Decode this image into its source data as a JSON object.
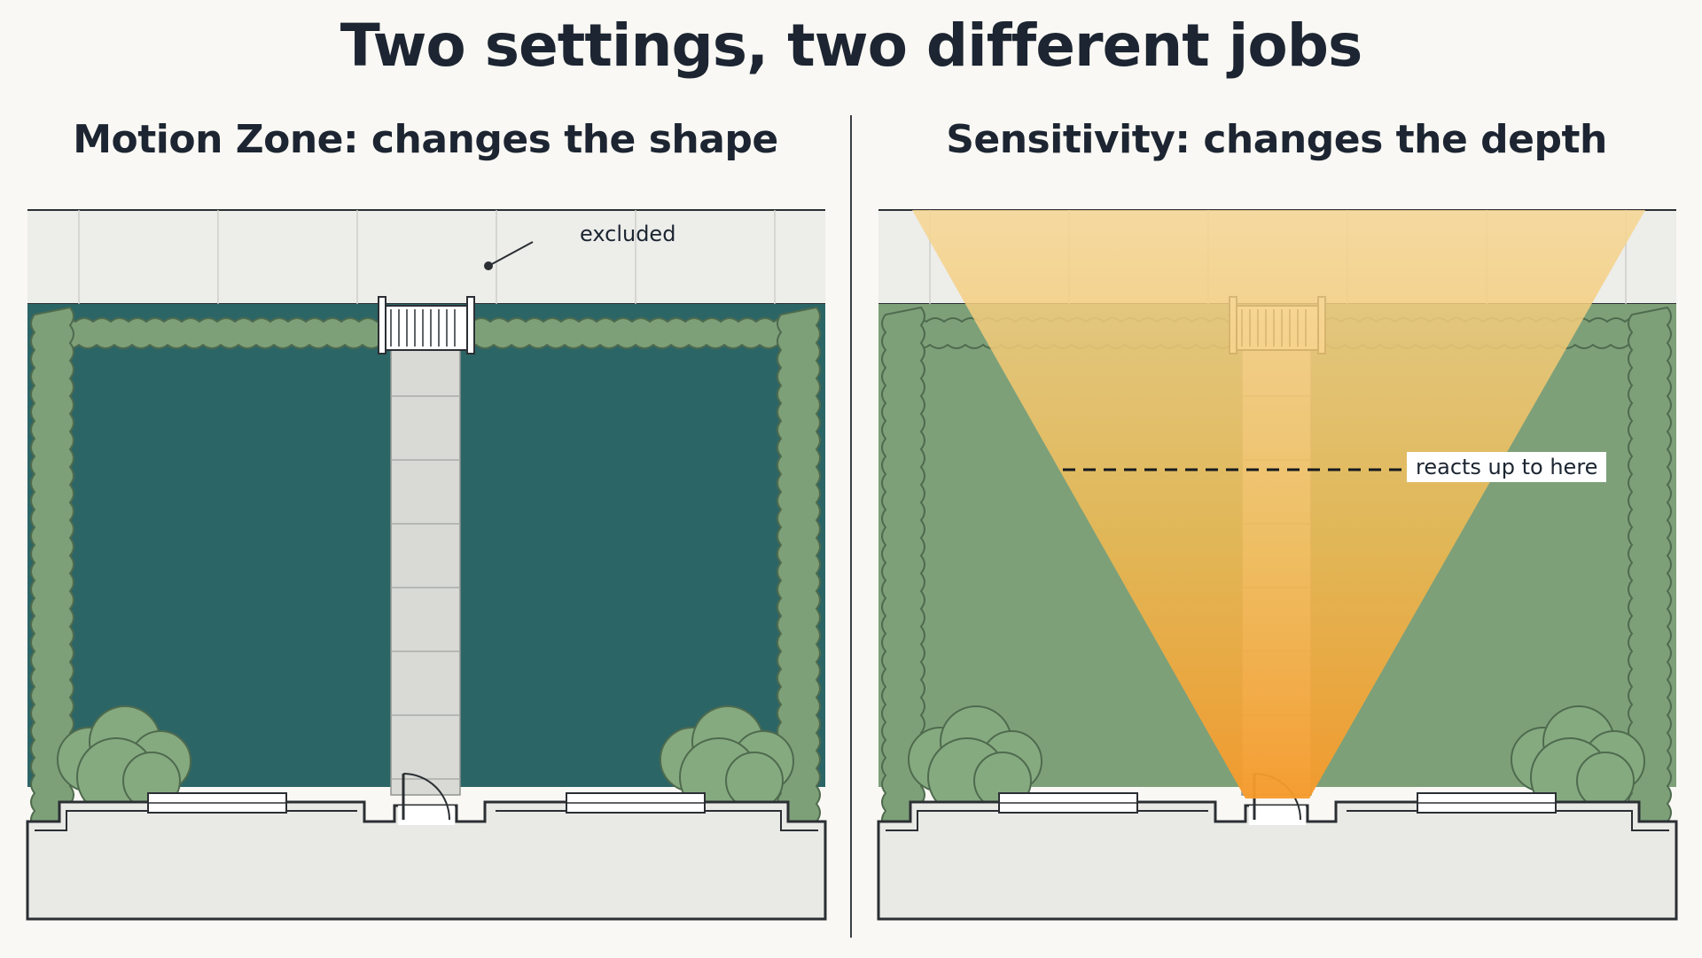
{
  "title": "Two settings, two different jobs",
  "panels": {
    "left": {
      "title": "Motion Zone: changes the shape",
      "callout": "excluded"
    },
    "right": {
      "title": "Sensitivity: changes the depth",
      "callout": "reacts up to here"
    }
  },
  "colors": {
    "background": "#faf8f4",
    "zone_fill": "#2c6566",
    "lawn": "#7da079",
    "hedge": "#7da079",
    "hedge_outline": "#4f6b4e",
    "sidewalk": "#ededea",
    "house": "#e9e9e6",
    "outline": "#2b2f33",
    "cone_top": "#f6d693",
    "cone_bottom": "#f69a2a"
  },
  "icons": {
    "gate": "gate-icon",
    "door": "door-icon",
    "shrub": "shrub-icon",
    "window": "window-icon"
  }
}
